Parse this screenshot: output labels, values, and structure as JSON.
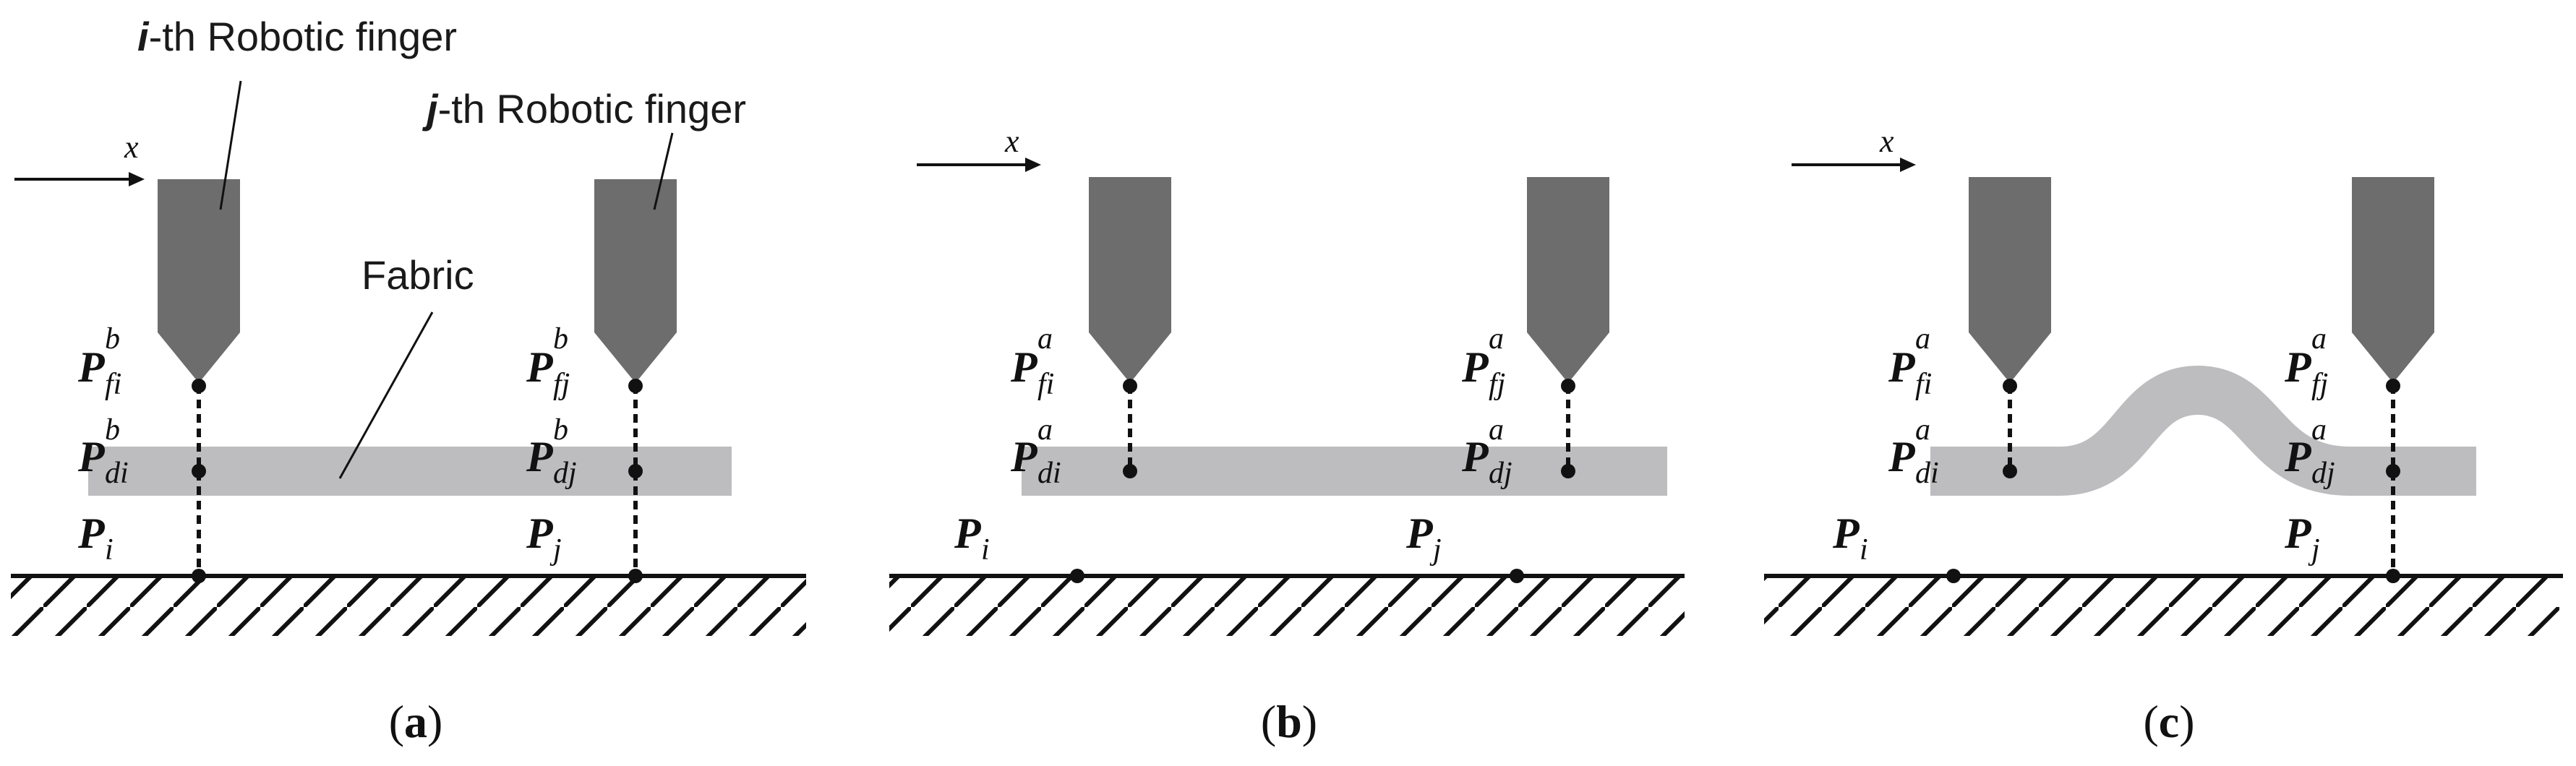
{
  "labels": {
    "finger_i": "-th Robotic finger",
    "finger_i_letter": "i",
    "finger_j": "-th Robotic finger",
    "finger_j_letter": "j",
    "fabric": "Fabric",
    "x_axis": "x"
  },
  "math": {
    "P": "P",
    "fi": "fi",
    "fj": "fj",
    "di": "di",
    "dj": "dj",
    "i": "i",
    "j": "j",
    "before": "b",
    "after": "a"
  },
  "captions": [
    {
      "open": "(",
      "letter": "a",
      "close": ")"
    },
    {
      "open": "(",
      "letter": "b",
      "close": ")"
    },
    {
      "open": "(",
      "letter": "c",
      "close": ")"
    }
  ],
  "colors": {
    "finger": "#6d6d6d",
    "fabric": "#bdbdbf",
    "line": "#111111"
  }
}
